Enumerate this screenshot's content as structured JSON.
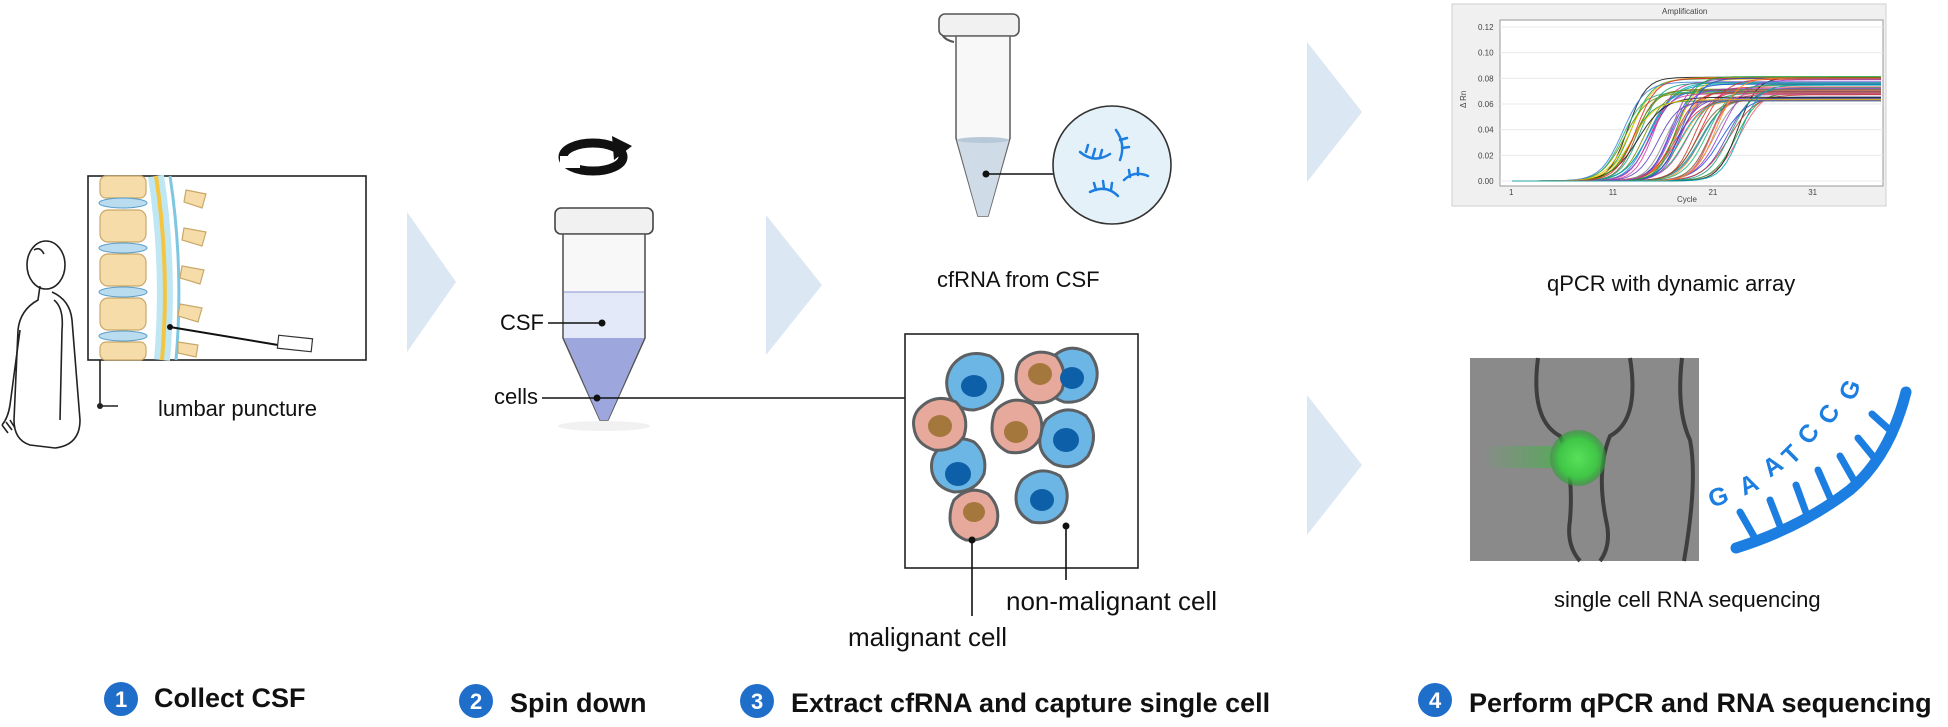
{
  "labels": {
    "lumbar_puncture": "lumbar puncture",
    "csf": "CSF",
    "cells": "cells",
    "cfrna_from_csf": "cfRNA from CSF",
    "non_malignant_cell": "non-malignant cell",
    "malignant_cell": "malignant cell",
    "qpcr_dynamic_array": "qPCR with dynamic array",
    "single_cell_rna_seq": "single cell RNA sequencing"
  },
  "steps": [
    {
      "number": "1",
      "label": "Collect CSF"
    },
    {
      "number": "2",
      "label": "Spin down"
    },
    {
      "number": "3",
      "label": "Extract cfRNA and capture single cell"
    },
    {
      "number": "4",
      "label": "Perform qPCR and RNA sequencing"
    }
  ],
  "plot": {
    "title": "Amplification",
    "xlabel": "Cycle",
    "ylabel": "Δ Rn",
    "xticks": [
      "1",
      "11",
      "21",
      "31"
    ],
    "yticks": [
      "0.12",
      "0.10",
      "0.08",
      "0.06",
      "0.04",
      "0.02",
      "0.00"
    ]
  },
  "sequence_letters": [
    "G",
    "A",
    "A",
    "T",
    "C",
    "C",
    "G"
  ],
  "colors": {
    "step_circle": "#1f6ec9",
    "arrow": "#dbe7f3",
    "blue_cell": "#6cb6e6",
    "malignant_cell": "#e7a99b",
    "dna": "#1b7ee0"
  }
}
